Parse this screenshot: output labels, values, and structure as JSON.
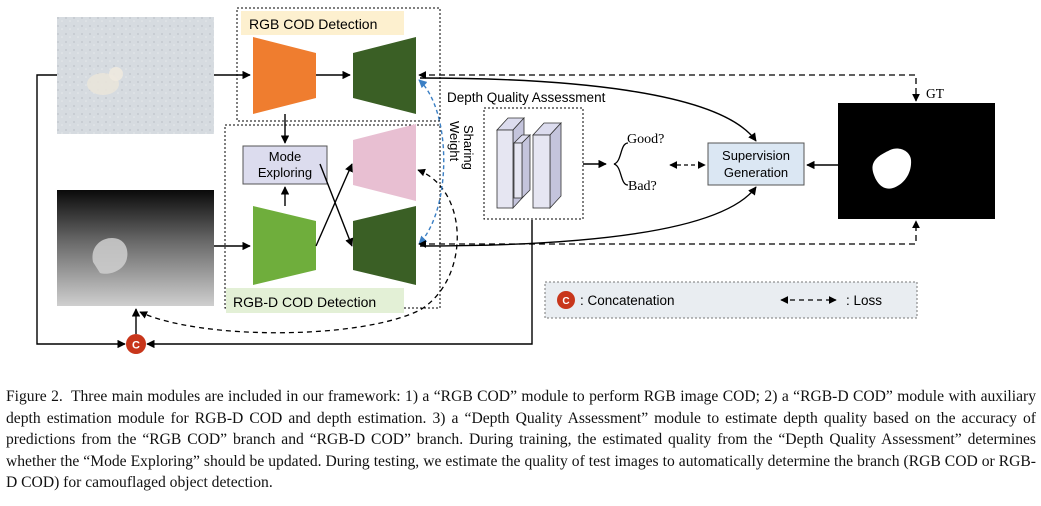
{
  "figure": {
    "rgb_cod_title": "RGB COD Detection",
    "rgbd_cod_title": "RGB-D COD Detection",
    "mode_exploring": [
      "Mode",
      "Exploring"
    ],
    "weight_sharing": [
      "Weight",
      "Sharing"
    ],
    "dqa_title": "Depth Quality Assessment",
    "good": "Good?",
    "bad": "Bad?",
    "supervision": [
      "Supervision",
      "Generation"
    ],
    "gt": "GT",
    "concat_symbol": "C",
    "legend": {
      "concat_label": ": Concatenation",
      "loss_label": ": Loss"
    },
    "colors": {
      "encoder_rgb": "#ef7d2f",
      "decoder_green": "#3a5f25",
      "encoder_depth": "#6fae3c",
      "depth_decoder_pink": "#e8bfd2",
      "mode_box": "#dcdcee",
      "supervision_box": "#dbe7f3",
      "concat_red": "#c8361b",
      "rgb_title_bg": "#fdf0cf",
      "rgbd_title_bg": "#e3f0d6",
      "legend_bg": "#e9edf1"
    }
  },
  "caption": {
    "label": "Figure 2.",
    "text": "Three main modules are included in our framework: 1) a “RGB COD” module to perform RGB image COD; 2) a “RGB-D COD” module with auxiliary depth estimation module for RGB-D COD and depth estimation. 3) a “Depth Quality Assessment” module to estimate depth quality based on the accuracy of predictions from the “RGB COD” branch and “RGB-D COD” branch. During training, the estimated quality from the “Depth Quality Assessment” determines whether the “Mode Exploring” should be updated. During testing, we estimate the quality of test images to automatically determine the branch (RGB COD or RGB-D COD) for camouflaged object detection."
  }
}
